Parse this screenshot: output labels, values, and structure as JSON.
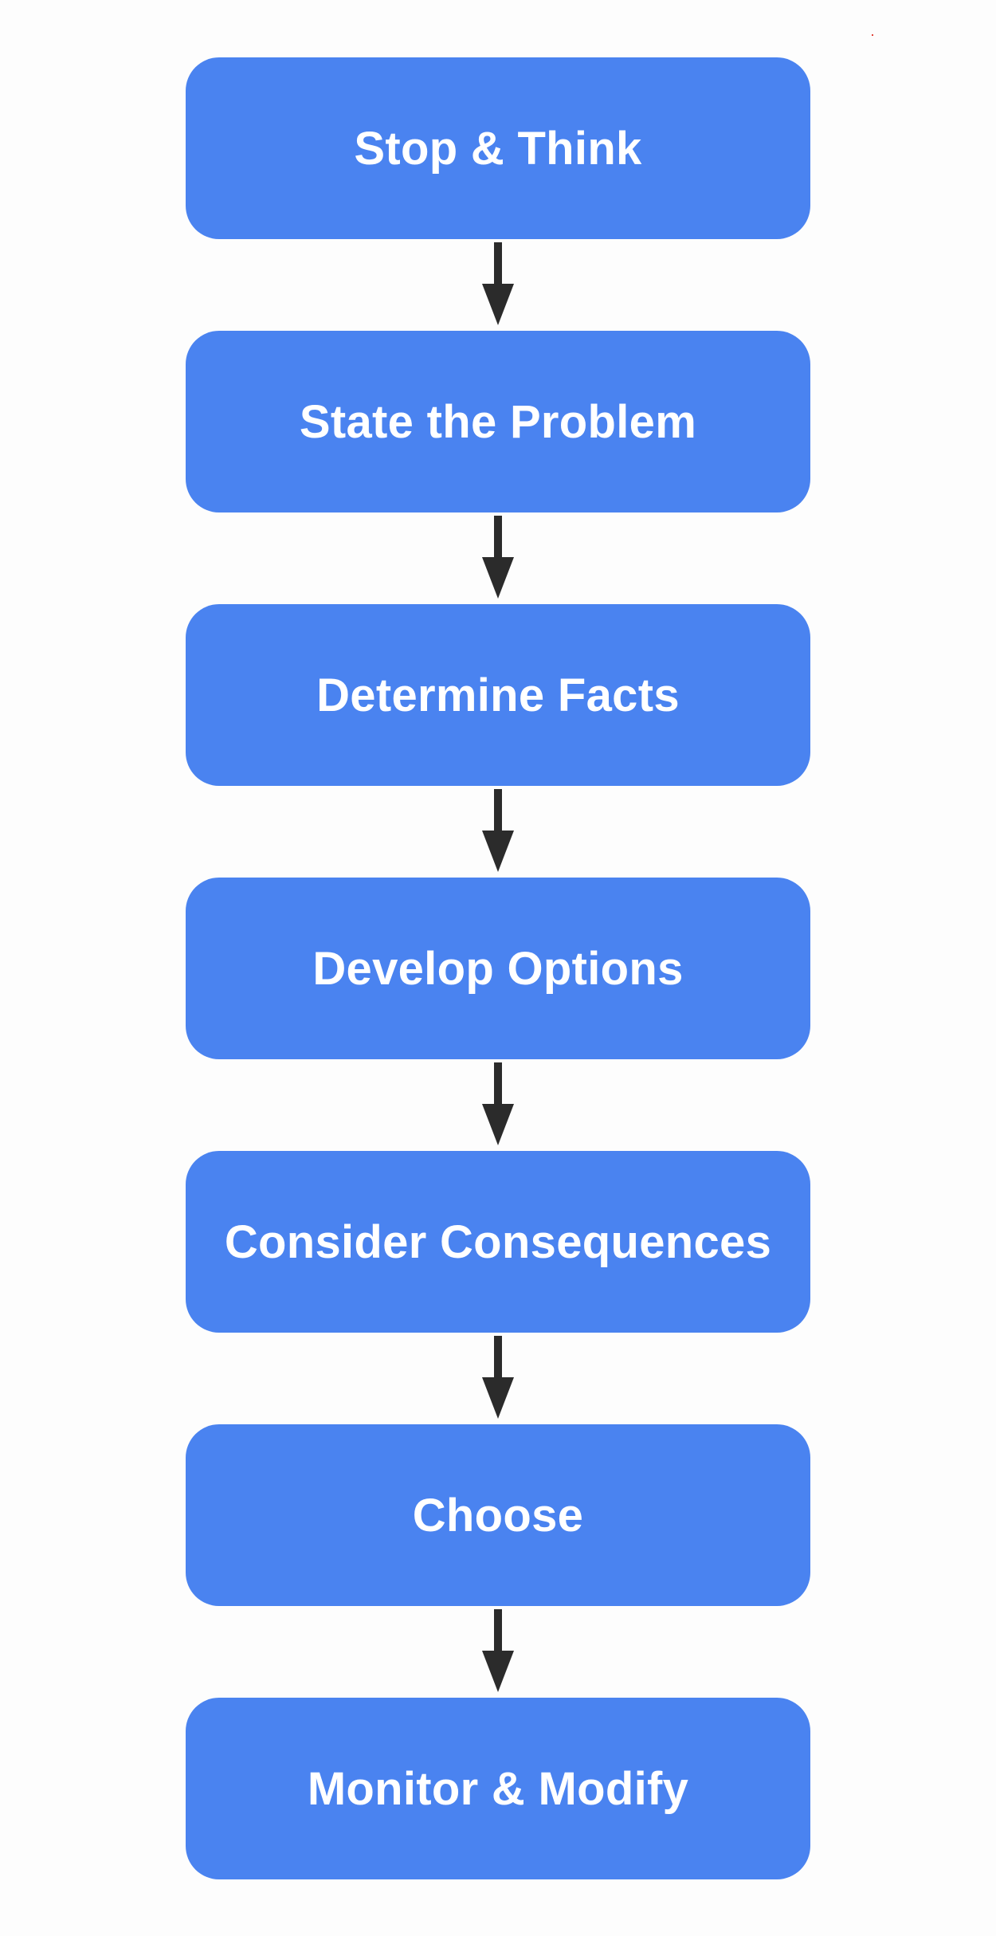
{
  "diagram": {
    "steps": [
      {
        "label": "Stop & Think"
      },
      {
        "label": "State the Problem"
      },
      {
        "label": "Determine Facts"
      },
      {
        "label": "Develop Options"
      },
      {
        "label": "Consider Consequences"
      },
      {
        "label": "Choose"
      },
      {
        "label": "Monitor & Modify"
      }
    ],
    "colors": {
      "box": "#4a83f0",
      "label": "#ffffff",
      "arrow": "#2b2b2b",
      "background": "#fdfdfd",
      "speck": "#e0443a"
    }
  }
}
